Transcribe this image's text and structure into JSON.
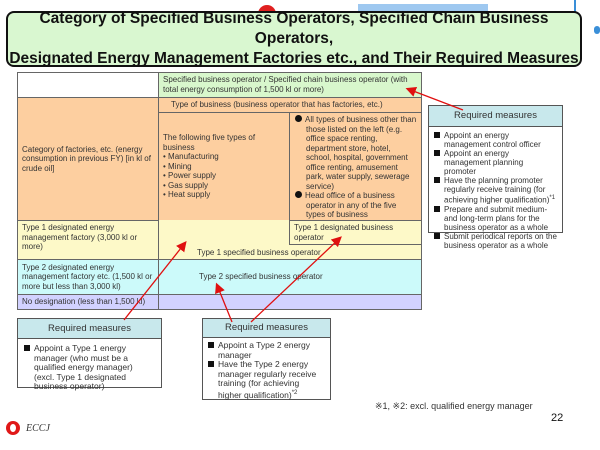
{
  "title": {
    "line1": "Category of Specified Business Operators, Specified Chain Business Operators,",
    "line2": "Designated  Energy Management Factories etc., and Their Required Measures"
  },
  "colors": {
    "title_bg": "#d9f7d0",
    "header_green": "#d8f7cc",
    "orange": "#fdcfa0",
    "type1_yellow": "#fdf9c8",
    "type2_cyan": "#ccfafa",
    "no_designation_purple": "#d2d2ff",
    "measures_header": "#c8e8ec",
    "arrow_red": "#e01010"
  },
  "table": {
    "top_header": "Specified business operator / Specified chain business operator (with total energy consumption of 1,500 kl or more)",
    "type_of_business_header": "Type of business (business operator that has factories, etc.)",
    "category_label": "Category of factories, etc. (energy consumption in previous FY) [in kl of crude oil]",
    "five_types": {
      "intro": "The following five types of business",
      "items": [
        "Manufacturing",
        "Mining",
        "Power supply",
        "Gas supply",
        "Heat supply"
      ]
    },
    "other_types": {
      "items": [
        "All types of business other than those listed on the left (e.g. office space renting, department store, hotel, school, hospital, government office renting, amusement park, water supply, sewerage service)",
        "Head office of a business operator in any of the five types of business"
      ]
    },
    "rows": {
      "type1_label": "Type 1 designated energy management factory (3,000 kl or more)",
      "type1_designated_operator": "Type 1 designated business operator",
      "type1_specified_operator": "Type 1 specified business operator",
      "type2_label": "Type 2 designated energy management factory etc. (1,500 kl or more but less than 3,000 kl)",
      "type2_specified_operator": "Type 2 specified business operator",
      "no_designation_label": "No designation (less than 1,500 kl)"
    }
  },
  "measures_right": {
    "header": "Required measures",
    "items": [
      "Appoint an energy management control officer",
      "Appoint an energy management planning promoter",
      "Have the planning promoter regularly receive training (for achieving higher qualification)",
      "Prepare and submit medium- and long-term plans for the business operator as a whole",
      "Submit periodical reports on the business operator as a whole"
    ],
    "item3_sup": "*1"
  },
  "measures_type1": {
    "header": "Required measures",
    "items": [
      "Appoint a Type 1 energy manager (who must be a qualified energy manager) (excl. Type 1 designated business operator)"
    ]
  },
  "measures_type2": {
    "header": "Required measures",
    "items": [
      "Appoint a Type 2 energy manager",
      "Have the Type 2 energy manager regularly receive training (for achieving higher qualification)"
    ],
    "item2_sup": "*2"
  },
  "footnote": "※1, ※2: excl. qualified energy manager",
  "page_number": "22",
  "logo_text": "ECCJ"
}
